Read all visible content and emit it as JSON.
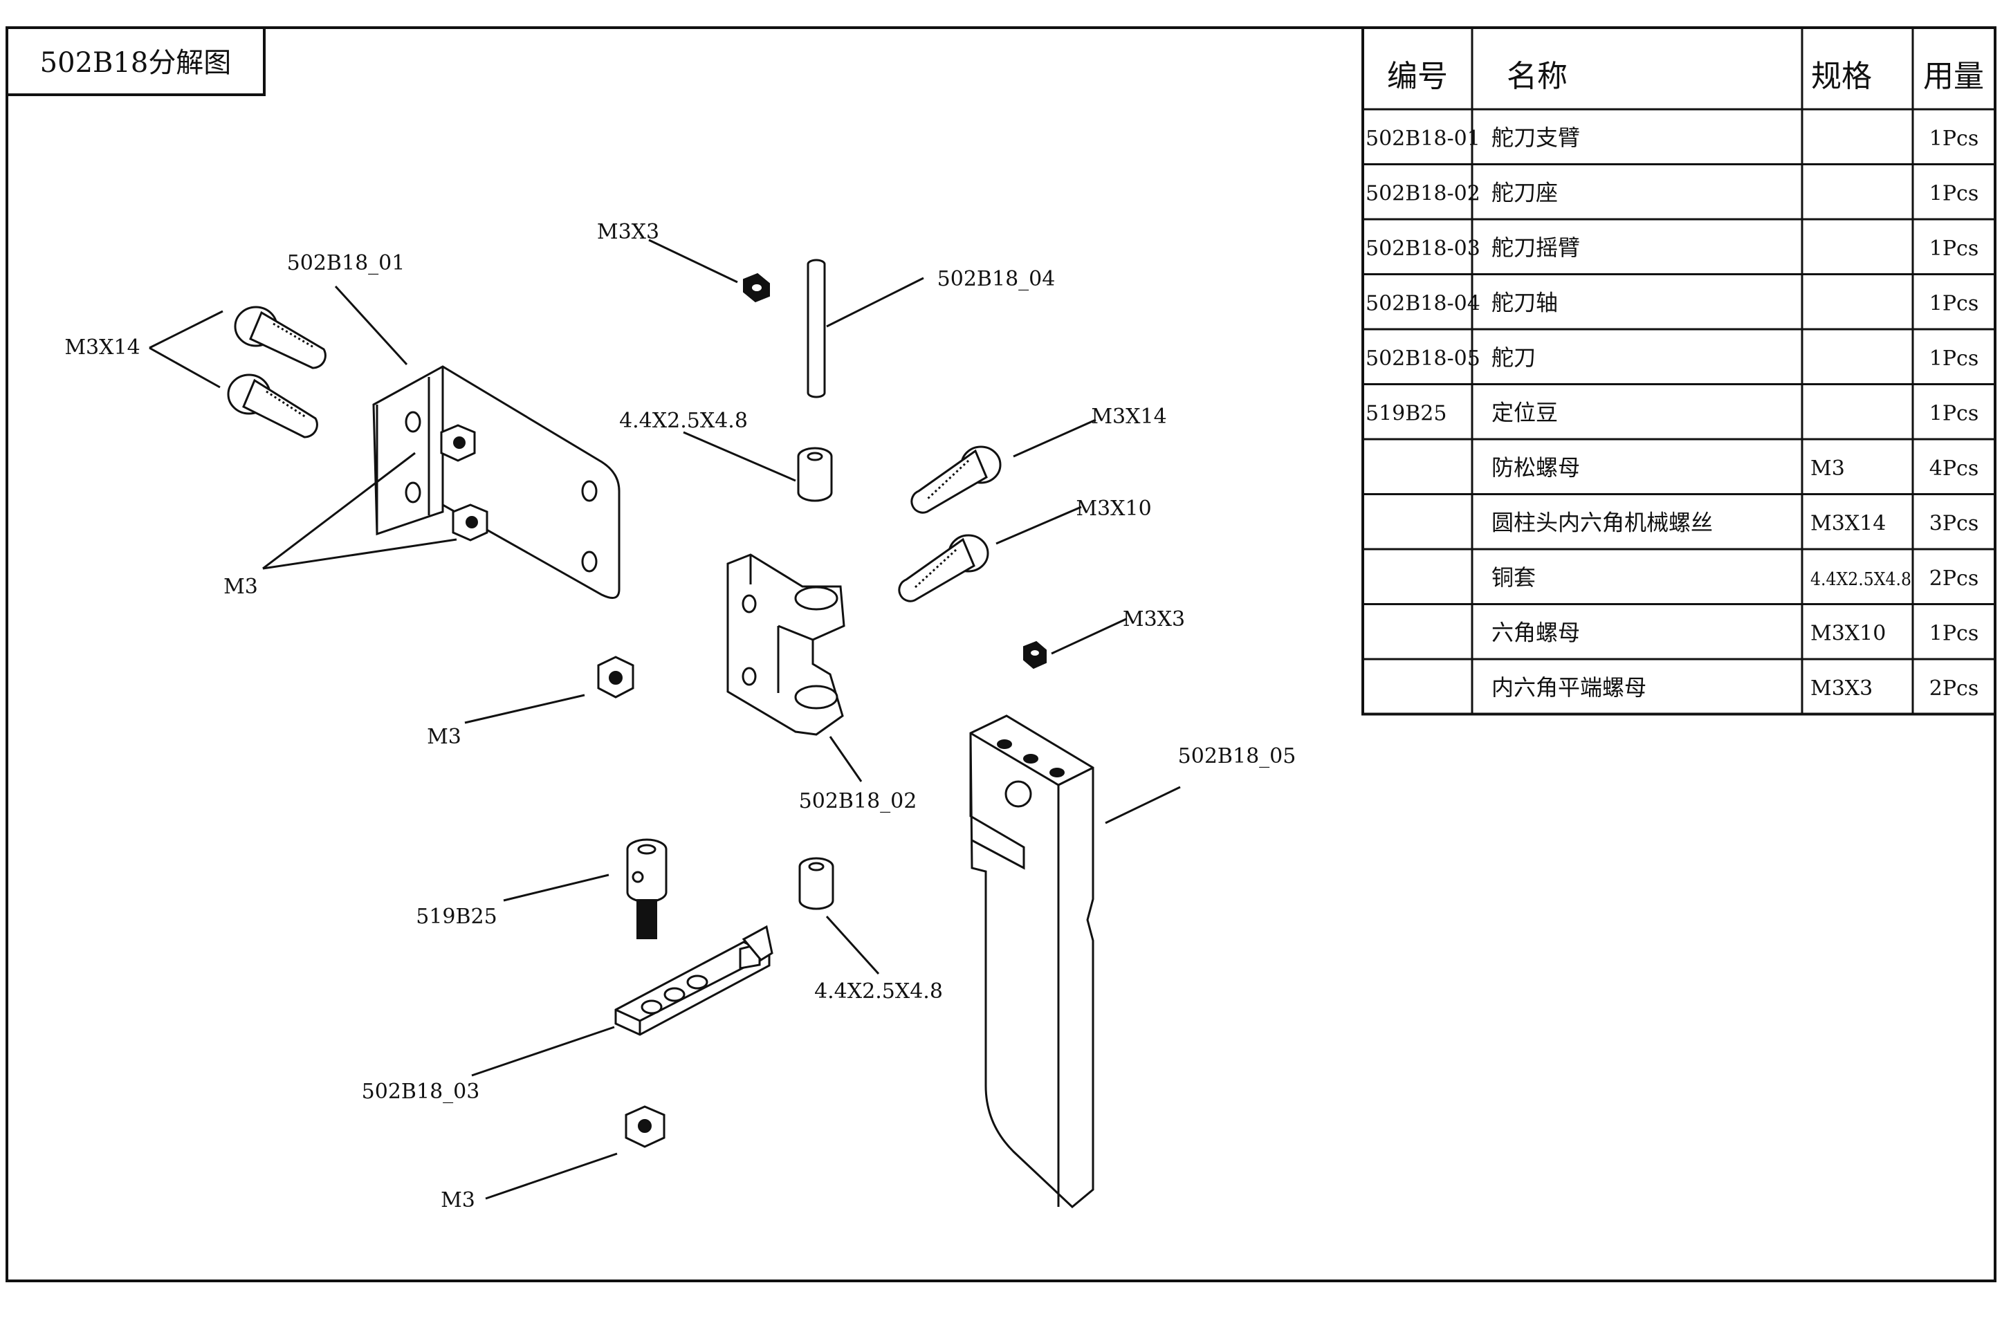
{
  "title": "502B18分解图",
  "callouts": {
    "m3x14_left": "M3X14",
    "p01": "502B18_01",
    "m3x3_top": "M3X3",
    "p04": "502B18_04",
    "bush_top": "4.4X2.5X4.8",
    "m3x14_right": "M3X14",
    "m3x10": "M3X10",
    "m3_left": "M3",
    "m3x3_right": "M3X3",
    "m3_mid": "M3",
    "p02": "502B18_02",
    "p05": "502B18_05",
    "p519": "519B25",
    "bush_bottom": "4.4X2.5X4.8",
    "p03": "502B18_03",
    "m3_bottom": "M3"
  },
  "bom": {
    "headers": {
      "no": "编号",
      "name": "名称",
      "spec": "规格",
      "qty": "用量"
    },
    "rows": [
      {
        "no": "502B18-01",
        "name": "舵刀支臂",
        "spec": "",
        "qty": "1Pcs"
      },
      {
        "no": "502B18-02",
        "name": "舵刀座",
        "spec": "",
        "qty": "1Pcs"
      },
      {
        "no": "502B18-03",
        "name": "舵刀摇臂",
        "spec": "",
        "qty": "1Pcs"
      },
      {
        "no": "502B18-04",
        "name": "舵刀轴",
        "spec": "",
        "qty": "1Pcs"
      },
      {
        "no": "502B18-05",
        "name": "舵刀",
        "spec": "",
        "qty": "1Pcs"
      },
      {
        "no": "519B25",
        "name": "定位豆",
        "spec": "",
        "qty": "1Pcs"
      },
      {
        "no": "",
        "name": "防松螺母",
        "spec": "M3",
        "qty": "4Pcs"
      },
      {
        "no": "",
        "name": "圆柱头内六角机械螺丝",
        "spec": "M3X14",
        "qty": "3Pcs"
      },
      {
        "no": "",
        "name": "铜套",
        "spec": "4.4X2.5X4.8",
        "qty": "2Pcs"
      },
      {
        "no": "",
        "name": "六角螺母",
        "spec": "M3X10",
        "qty": "1Pcs"
      },
      {
        "no": "",
        "name": "内六角平端螺母",
        "spec": "M3X3",
        "qty": "2Pcs"
      }
    ]
  }
}
